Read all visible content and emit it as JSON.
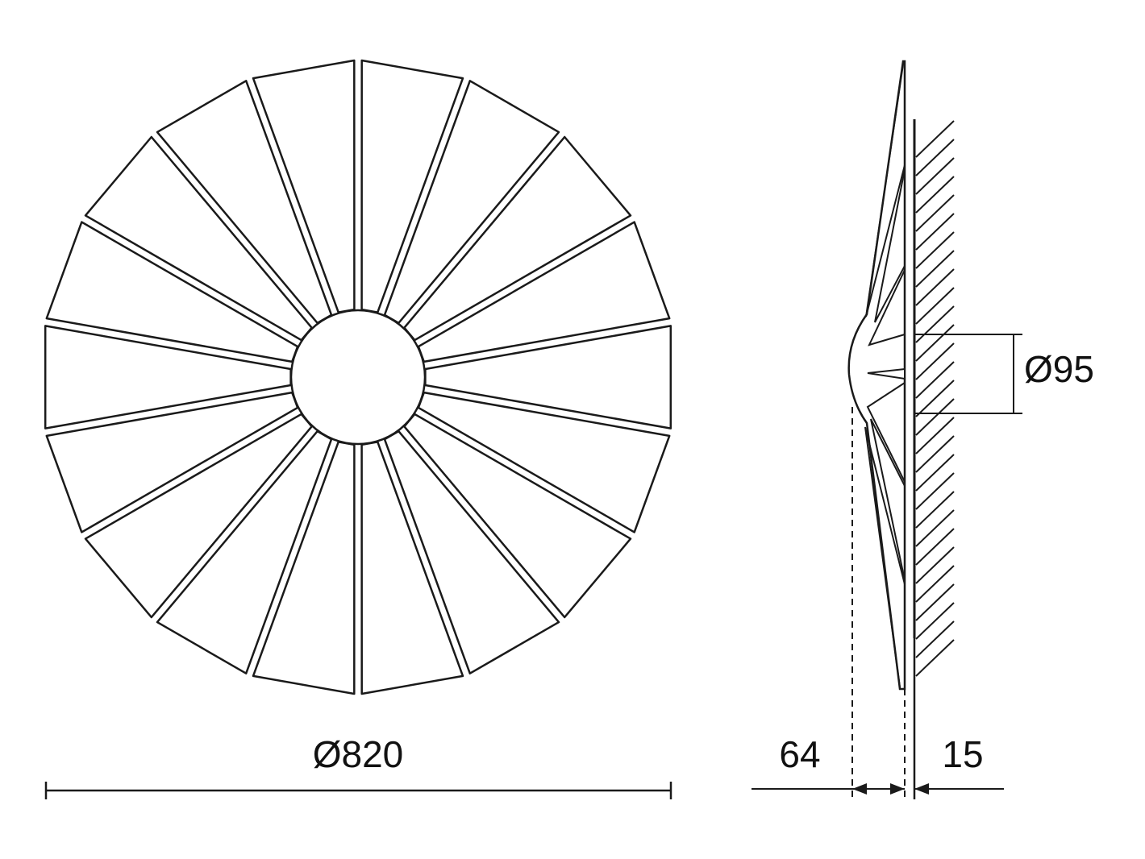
{
  "front_view": {
    "petal_count": 18,
    "diameter_label": "Ø820"
  },
  "side_view": {
    "hub_diameter_label": "Ø95",
    "projection_label": "64",
    "wall_offset_label": "15"
  },
  "colors": {
    "line": "#1a1a1a",
    "background": "#ffffff"
  }
}
